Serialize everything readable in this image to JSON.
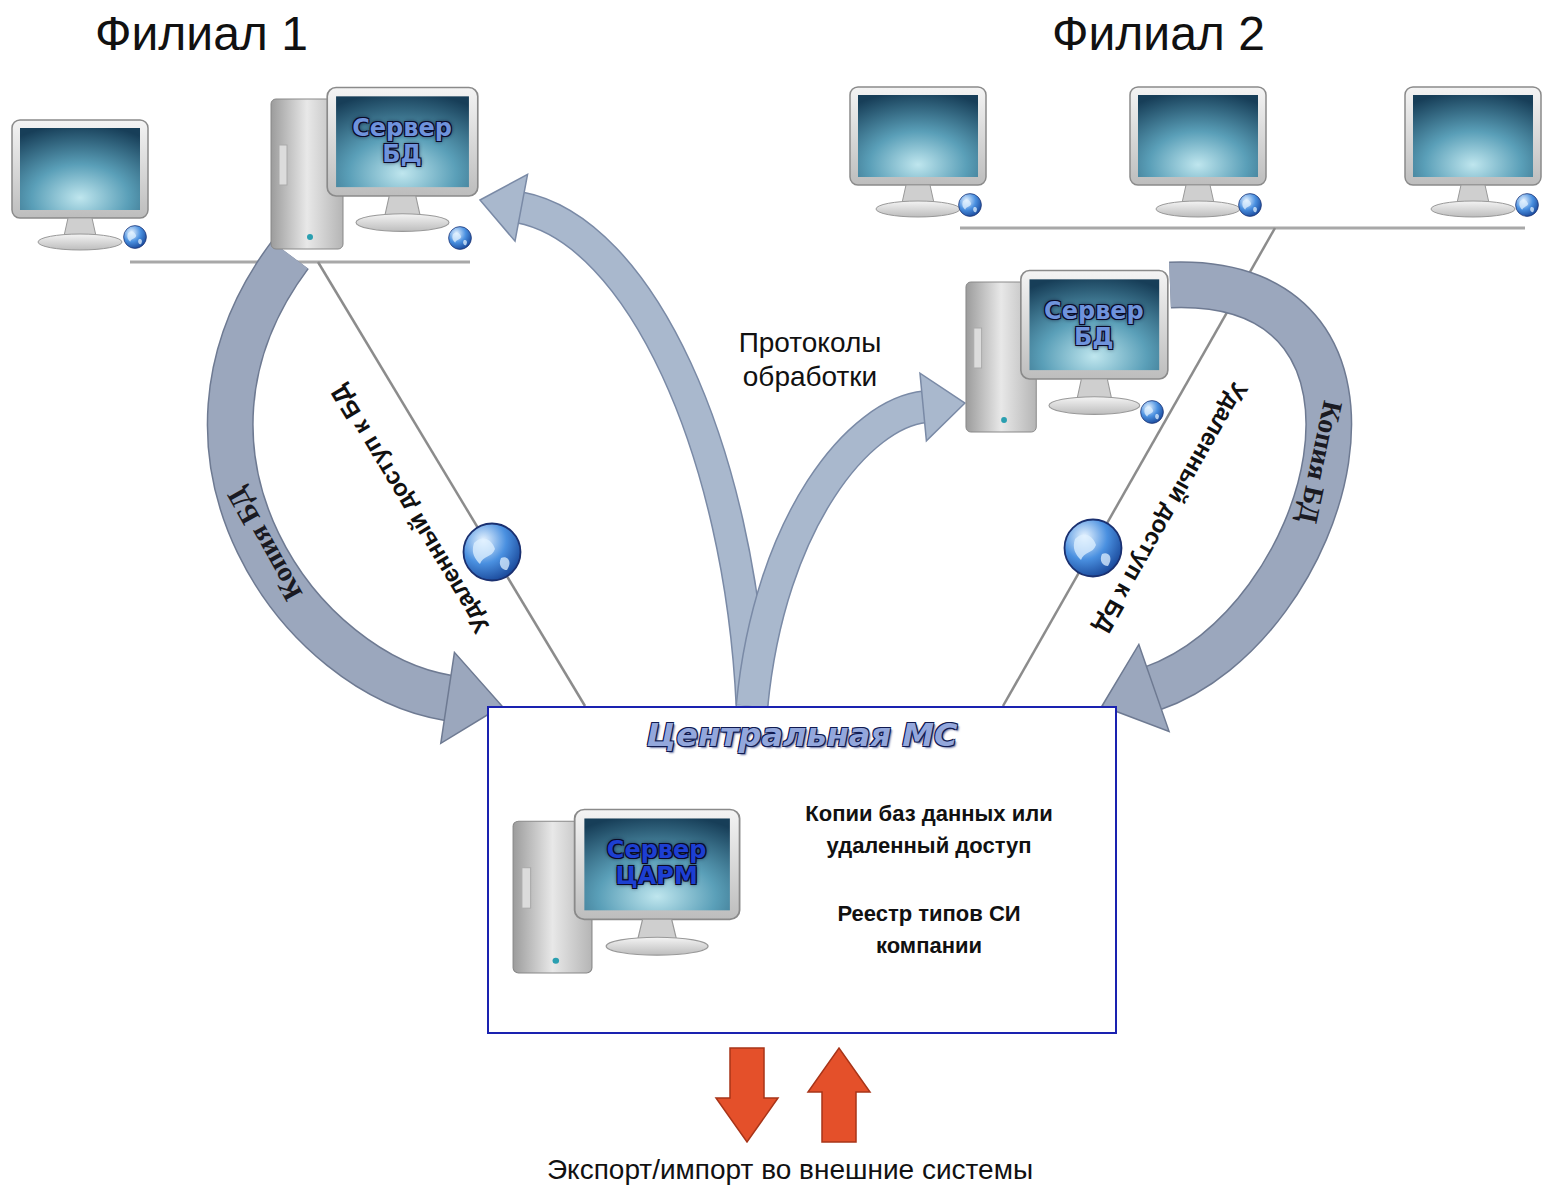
{
  "diagram": {
    "nodes": [
      {
        "text": [
          "Сервер БД"
        ]
      },
      {
        "text": [
          "Сервер БД"
        ]
      },
      {
        "text": [
          "Центральная МС",
          "Копии баз данных или удаленный доступ",
          "Реестр типов СИ компании"
        ]
      },
      {
        "text": [
          "Сервер ЦАРМ"
        ],
        "in": 2
      }
    ],
    "edges": [
      {
        "from": 0,
        "to": 2,
        "arrow": "to",
        "label": "Копия БД"
      },
      {
        "from": 1,
        "to": 2,
        "arrow": "to",
        "label": "Копия БД"
      },
      {
        "from": 2,
        "to": 0,
        "arrow": "to"
      },
      {
        "from": 2,
        "to": 1,
        "arrow": "to"
      }
    ],
    "labels": [
      "Филиал 1",
      "Филиал 2",
      "Удаленный доступ к БД",
      "Удаленный доступ к БД",
      "Протоколы обработки",
      "Экспорт/импорт во внешние системы"
    ]
  }
}
